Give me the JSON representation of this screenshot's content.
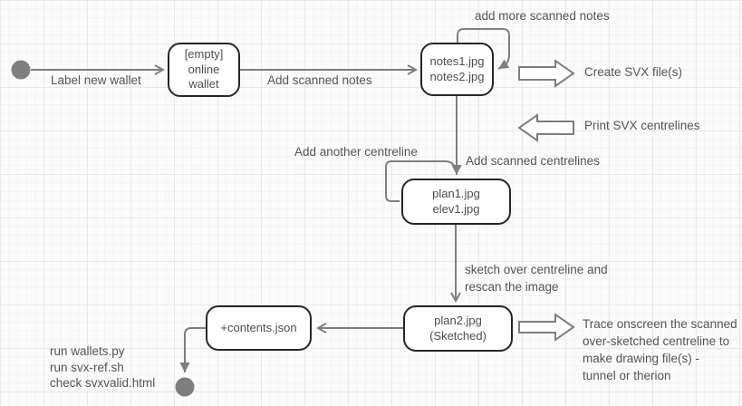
{
  "diagram": {
    "nodes": {
      "wallet": {
        "line1": "[empty]",
        "line2": "online",
        "line3": "wallet"
      },
      "notes": {
        "line1": "notes1.jpg",
        "line2": "notes2.jpg"
      },
      "plan1": {
        "line1": "plan1.jpg",
        "line2": "elev1.jpg"
      },
      "plan2": {
        "line1": "plan2.jpg",
        "line2": "(Sketched)"
      },
      "contents": {
        "line1": "+contents.json"
      }
    },
    "labels": {
      "label_new_wallet": "Label new wallet",
      "add_scanned_notes": "Add scanned notes",
      "add_more_scanned_notes": "add more scanned notes",
      "create_svx": "Create SVX file(s)",
      "print_svx": "Print SVX centrelines",
      "add_scanned_centrelines": "Add scanned centrelines",
      "add_another_centreline": "Add another centreline",
      "sketch_over": "sketch over centreline and\nrescan the image",
      "trace": "Trace onscreen the scanned\nover-sketched centreline to\nmake drawing file(s) -\ntunnel or therion",
      "scripts": "run wallets.py\nrun svx-ref.sh\ncheck svxvalid.html"
    },
    "colors": {
      "edge": "#7e7e7e",
      "node_border": "#262626",
      "node_fill": "#ffffff",
      "text": "#4d4d4d",
      "background": "#fbfbfb"
    }
  }
}
